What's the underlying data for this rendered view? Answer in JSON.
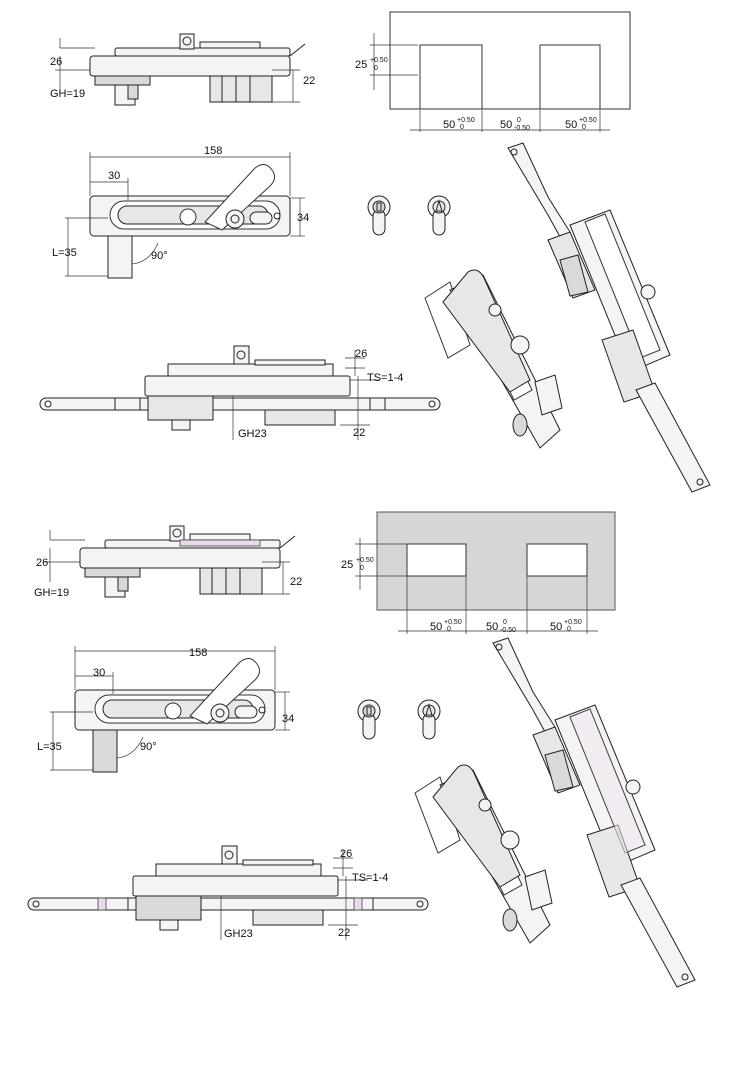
{
  "set_a": {
    "side_view": {
      "dim_26": "26",
      "dim_22": "22",
      "gh": "GH=19"
    },
    "top_view": {
      "dim_158": "158",
      "dim_30": "30",
      "dim_34": "34",
      "dim_l": "L=35",
      "angle": "90°"
    },
    "front_view": {
      "dim_26": "26",
      "ts": "TS=1-4",
      "dim_22": "22",
      "gh": "GH23"
    },
    "cutout": {
      "h": "25",
      "h_tol_upper": "+0.50",
      "h_tol_lower": "0",
      "w1": "50",
      "w1_tol_upper": "+0.50",
      "w1_tol_lower": "0",
      "w2": "50",
      "w2_tol_upper": "0",
      "w2_tol_lower": "-0.50",
      "w3": "50",
      "w3_tol_upper": "+0.50",
      "w3_tol_lower": "0"
    }
  },
  "set_b": {
    "side_view": {
      "dim_26": "26",
      "dim_22": "22",
      "gh": "GH=19"
    },
    "top_view": {
      "dim_158": "158",
      "dim_30": "30",
      "dim_34": "34",
      "dim_l": "L=35",
      "angle": "90°"
    },
    "front_view": {
      "dim_26": "26",
      "ts": "TS=1-4",
      "dim_22": "22",
      "gh": "GH23"
    },
    "cutout": {
      "h": "25",
      "h_tol_upper": "+0.50",
      "h_tol_lower": "0",
      "w1": "50",
      "w1_tol_upper": "+0.50",
      "w1_tol_lower": "0",
      "w2": "50",
      "w2_tol_upper": "0",
      "w2_tol_lower": "-0.50",
      "w3": "50",
      "w3_tol_upper": "+0.50",
      "w3_tol_lower": "0"
    }
  },
  "colors": {
    "line": "#222222",
    "panel_gray": "#d6d6d6",
    "accent_pink": "#e9dbe9"
  }
}
